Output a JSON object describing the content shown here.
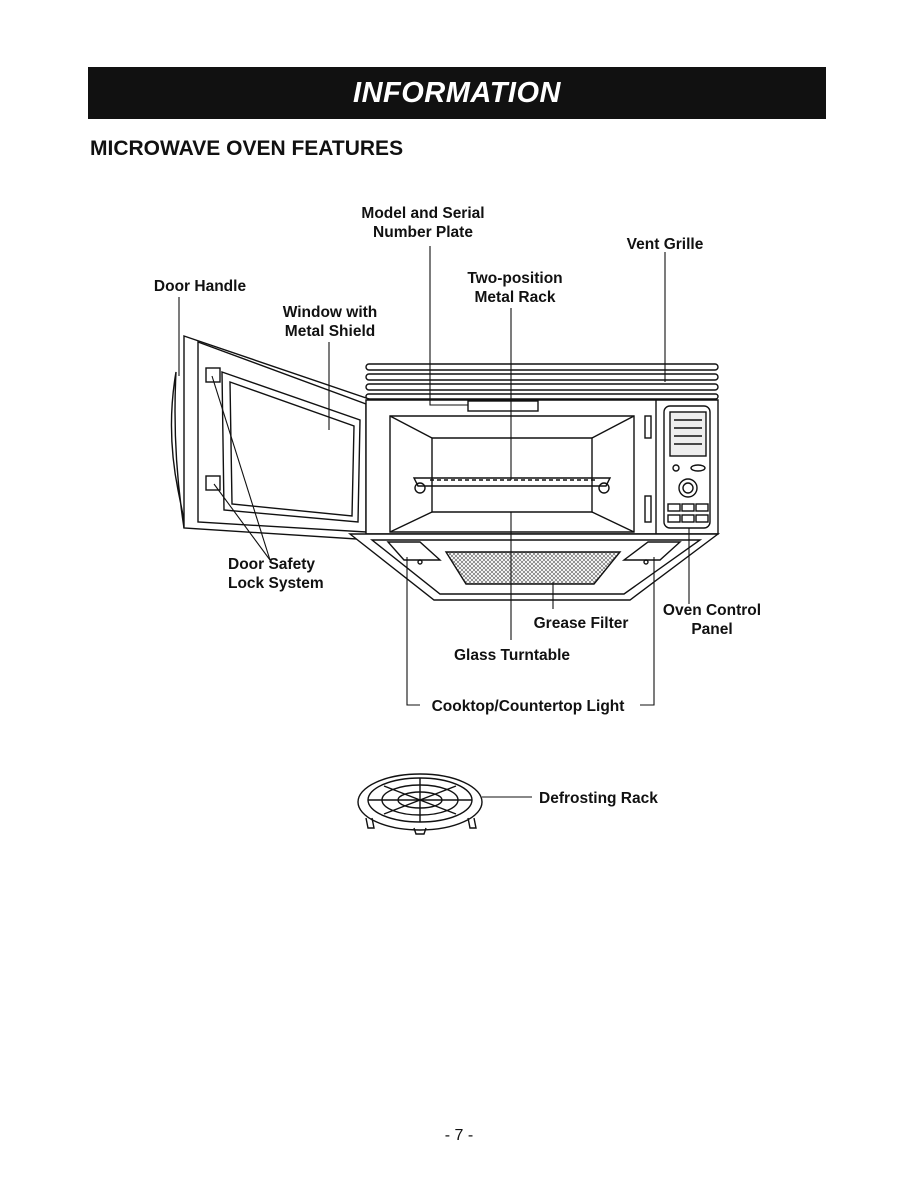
{
  "header": {
    "title": "INFORMATION"
  },
  "section": {
    "title": "MICROWAVE OVEN FEATURES"
  },
  "labels": {
    "model_plate_1": "Model and Serial",
    "model_plate_2": "Number Plate",
    "vent_grille": "Vent Grille",
    "door_handle": "Door Handle",
    "metal_rack_1": "Two-position",
    "metal_rack_2": "Metal Rack",
    "window_1": "Window with",
    "window_2": "Metal Shield",
    "safety_1": "Door Safety",
    "safety_2": "Lock System",
    "oven_control_1": "Oven Control",
    "oven_control_2": "Panel",
    "grease_filter": "Grease Filter",
    "glass_turntable": "Glass Turntable",
    "cooktop_light": "Cooktop/Countertop Light",
    "defrosting_rack": "Defrosting Rack"
  },
  "footer": {
    "page_number": "- 7 -"
  }
}
